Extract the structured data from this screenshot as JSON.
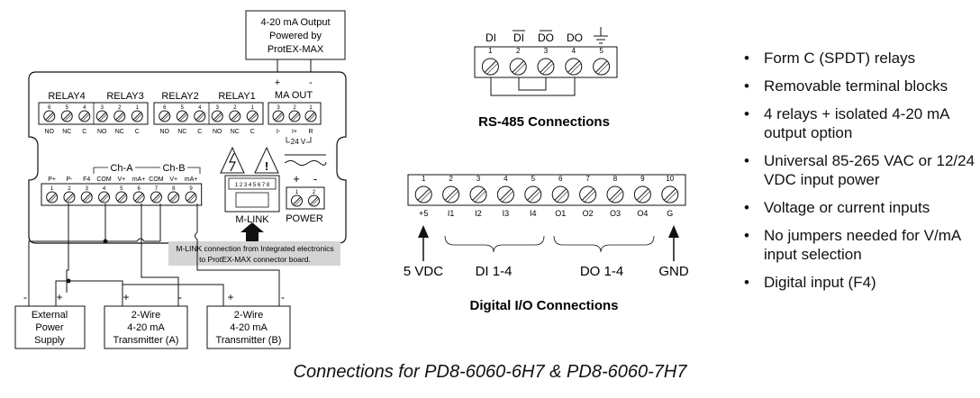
{
  "caption": "Connections for PD8-6060-6H7 & PD8-6060-7H7",
  "features": [
    "Form C (SPDT) relays",
    "Removable terminal blocks",
    "4 relays + isolated 4-20 mA output option",
    "Universal 85-265 VAC or 12/24 VDC input power",
    "Voltage or current inputs",
    "No jumpers needed for V/mA input selection",
    "Digital input (F4)"
  ],
  "output_box": {
    "line1": "4-20 mA Output",
    "line2": "Powered by",
    "line3": "ProtEX-MAX"
  },
  "relays": {
    "labels": [
      "RELAY4",
      "RELAY3",
      "RELAY2",
      "RELAY1"
    ],
    "numbers": [
      "6",
      "5",
      "4",
      "3",
      "2",
      "1",
      "6",
      "5",
      "4",
      "3",
      "2",
      "1"
    ],
    "contacts": [
      "NO",
      "NC",
      "C",
      "NO",
      "NC",
      "C",
      "NO",
      "NC",
      "C",
      "NO",
      "NC",
      "C"
    ]
  },
  "ma_out": {
    "title": "MA OUT",
    "plus": "+",
    "minus": "-",
    "numbers": [
      "3",
      "2",
      "1"
    ],
    "labels": [
      "I-",
      "I+",
      "R"
    ],
    "note": "24 V"
  },
  "inputs": {
    "channel_a": "Ch-A",
    "channel_b": "Ch-B",
    "labels": [
      "P+",
      "P-",
      "F4",
      "COM",
      "V+",
      "mA+",
      "COM",
      "V+",
      "mA+"
    ],
    "numbers": [
      "1",
      "2",
      "3",
      "4",
      "5",
      "6",
      "7",
      "8",
      "9"
    ]
  },
  "mlink": {
    "label": "M-LINK",
    "pins": "1 2 3 4 5 6 7 8",
    "warning_symbols": [
      "⚠",
      "!"
    ]
  },
  "power": {
    "label": "POWER",
    "plus": "+",
    "minus": "-",
    "numbers": [
      "1",
      "2"
    ]
  },
  "mlink_note": {
    "line1": "M-LINK connection from Integrated electronics",
    "line2": "to ProtEX-MAX connector board."
  },
  "devices": [
    {
      "plus": "+",
      "minus": "-",
      "line1": "External",
      "line2": "Power",
      "line3": "Supply"
    },
    {
      "plus": "+",
      "minus": "-",
      "line1": "2-Wire",
      "line2": "4-20 mA",
      "line3": "Transmitter (A)"
    },
    {
      "plus": "+",
      "minus": "-",
      "line1": "2-Wire",
      "line2": "4-20 mA",
      "line3": "Transmitter (B)"
    }
  ],
  "rs485": {
    "title": "RS-485 Connections",
    "signals": [
      "DI",
      "DI",
      "DO",
      "DO"
    ],
    "overlined": [
      false,
      true,
      true,
      false
    ],
    "numbers": [
      "1",
      "2",
      "3",
      "4",
      "5"
    ]
  },
  "digital_io": {
    "title": "Digital I/O Connections",
    "numbers": [
      "1",
      "2",
      "3",
      "4",
      "5",
      "6",
      "7",
      "8",
      "9",
      "10"
    ],
    "labels": [
      "+5",
      "I1",
      "I2",
      "I3",
      "I4",
      "O1",
      "O2",
      "O3",
      "O4",
      "G"
    ],
    "group_in": "DI 1-4",
    "group_out": "DO 1-4",
    "vdc": "5 VDC",
    "gnd": "GND"
  }
}
